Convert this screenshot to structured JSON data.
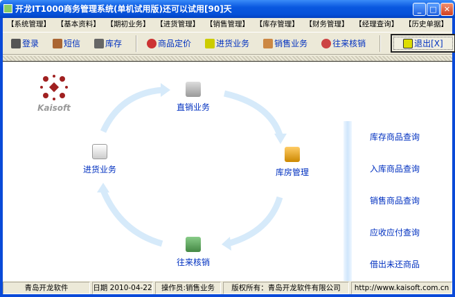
{
  "window": {
    "title": "开龙IT1000商务管理系统(单机试用版)还可以试用[90]天"
  },
  "menu": [
    "【系统管理】",
    "【基本资料】",
    "【期初业务】",
    "【进货管理】",
    "【销售管理】",
    "【库存管理】",
    "【财务管理】",
    "【经理查询】",
    "【历史单据】"
  ],
  "toolbar": {
    "login": "登录",
    "sms": "短信",
    "stock": "库存",
    "pricing": "商品定价",
    "purchase": "进货业务",
    "sales": "销售业务",
    "settle": "往来核销",
    "exit": "退出[X]"
  },
  "logo": {
    "text": "Kaisoft"
  },
  "flow": {
    "direct_sales": "直销业务",
    "warehouse": "库房管理",
    "settlement": "往来核销",
    "purchase": "进货业务"
  },
  "links": [
    "库存商品查询",
    "入库商品查询",
    "销售商品查询",
    "应收应付查询",
    "借出未还商品"
  ],
  "status": {
    "company": "青岛开龙软件",
    "date": "日期 2010-04-22",
    "operator": "操作员:销售业务",
    "copyright": "版权所有：青岛开龙软件有限公司",
    "url": "http://www.kaisoft.com.cn"
  }
}
